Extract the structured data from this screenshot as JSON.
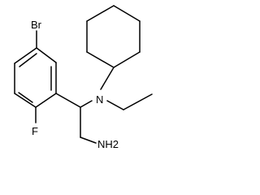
{
  "molecule": {
    "atoms": {
      "bromine": "Br",
      "fluorine": "F",
      "nitrogen": "N",
      "amine": "NH2"
    }
  }
}
